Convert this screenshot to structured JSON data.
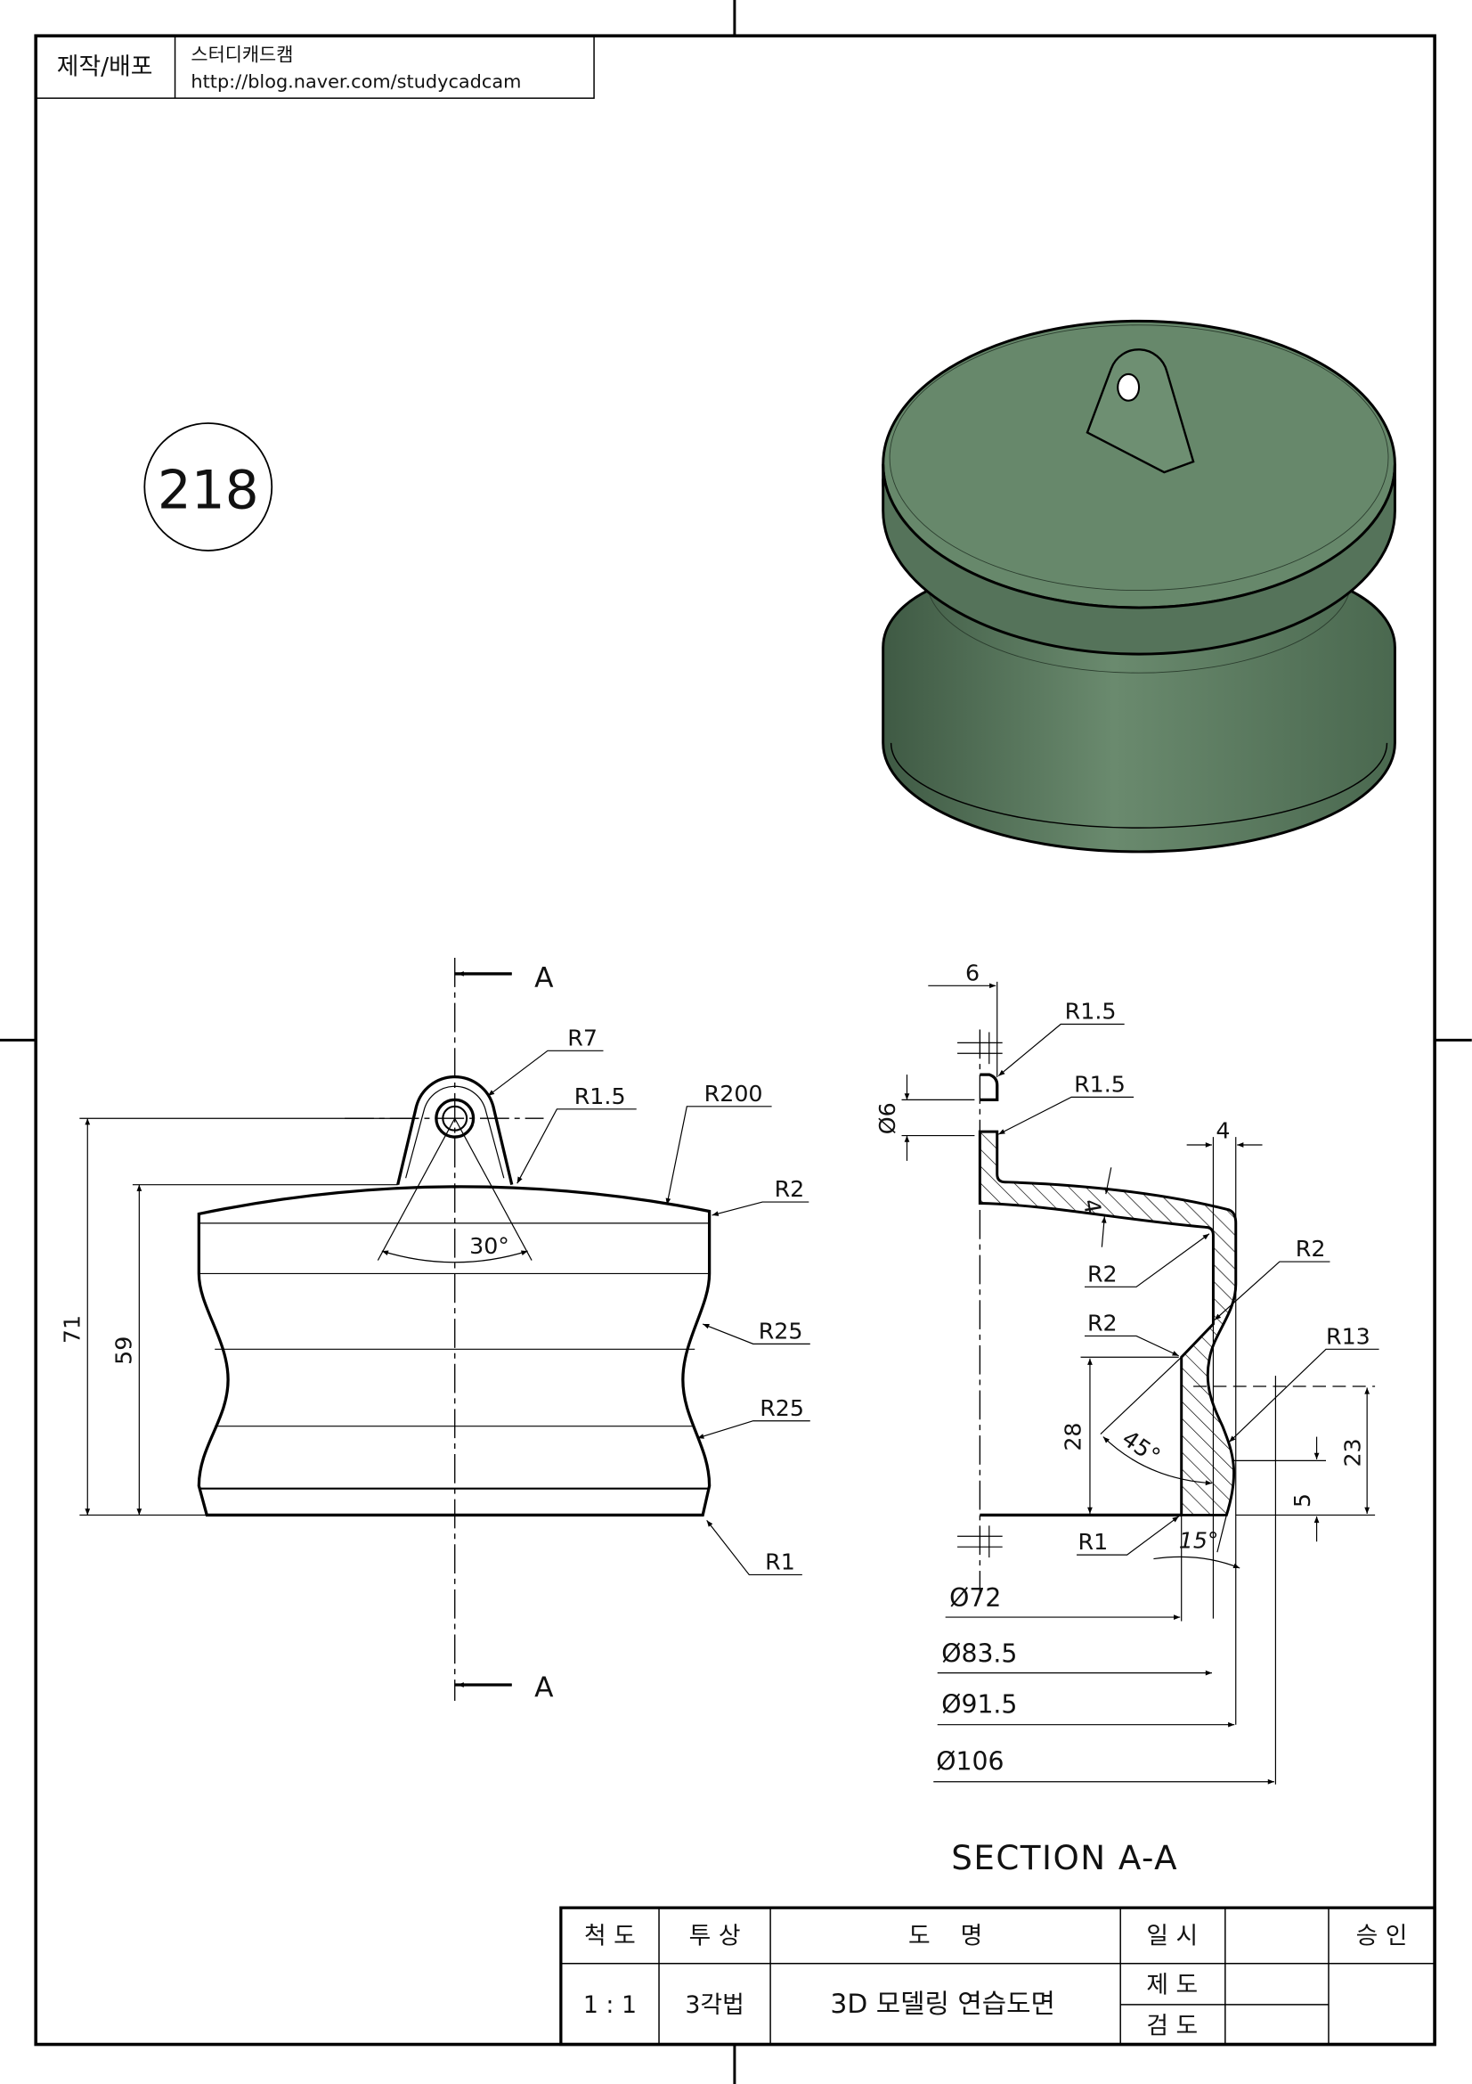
{
  "header": {
    "label": "제작/배포",
    "author": "스터디캐드캠",
    "url": "http://blog.naver.com/studycadcam"
  },
  "drawing_number": "218",
  "model_color": "#5e7d62",
  "front_view": {
    "section_letter_top": "A",
    "section_letter_bottom": "A",
    "dims": {
      "overall_height": "71",
      "body_height": "59",
      "lug_angle": "30°"
    },
    "radii": {
      "lug": "R7",
      "lug_fillet": "R1.5",
      "top": "R200",
      "top_edge": "R2",
      "waist_upper": "R25",
      "waist_lower": "R25",
      "bottom": "R1"
    }
  },
  "section_view": {
    "title": "SECTION A-A",
    "dims": {
      "lug_thickness": "6",
      "hole": "Ø6",
      "lug_fillet_top": "R1.5",
      "lug_fillet_bottom": "R1.5",
      "plate_thickness": "4",
      "wall_thickness": "4",
      "inner_corner": "R2",
      "outer_corner": "R2",
      "step_fillet": "R2",
      "groove": "R13",
      "inner_height": "28",
      "chamfer_angle": "45°",
      "groove_center_height": "23",
      "bottom_lip": "5",
      "base_fillet": "R1",
      "draft_angle": "15°",
      "dia_inner": "Ø72",
      "dia_wall": "Ø83.5",
      "dia_outer": "Ø91.5",
      "dia_max": "Ø106"
    }
  },
  "title_block": {
    "scale_label": "척 도",
    "projection_label": "투 상",
    "name_label": "도    명",
    "date_label": "일 시",
    "approval_label": "승 인",
    "scale_value": "1 : 1",
    "projection_value": "3각법",
    "name_value": "3D 모델링 연습도면",
    "drawn_label": "제 도",
    "checked_label": "검 도"
  }
}
